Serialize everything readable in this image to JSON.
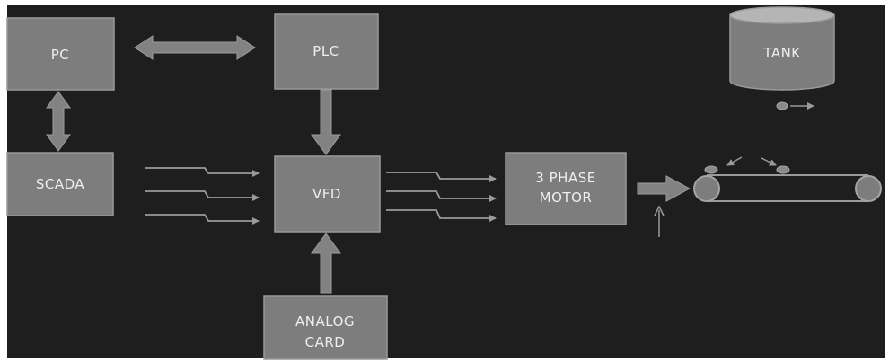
{
  "blocks": {
    "pc": "PC",
    "plc": "PLC",
    "scada": "SCADA",
    "vfd": "VFD",
    "motor_line1": "3 PHASE",
    "motor_line2": "MOTOR",
    "analog_line1": "ANALOG",
    "analog_line2": "CARD",
    "tank": "TANK"
  },
  "colors": {
    "background": "#1f1e1f",
    "block_fill": "#7d7d7d",
    "block_border": "#9a9a9a",
    "arrow": "#828282",
    "label": "#efefef",
    "tank_top": "#b5b5b5"
  }
}
